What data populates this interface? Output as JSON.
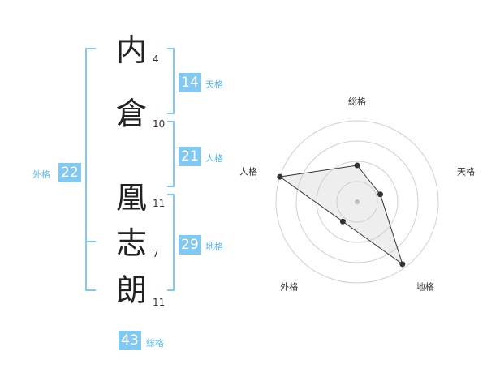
{
  "name": {
    "characters": [
      {
        "char": "内",
        "strokes": "4"
      },
      {
        "char": "倉",
        "strokes": "10"
      },
      {
        "char": "凰",
        "strokes": "11"
      },
      {
        "char": "志",
        "strokes": "7"
      },
      {
        "char": "朗",
        "strokes": "11"
      }
    ]
  },
  "fortune": {
    "tenkaku": {
      "value": "14",
      "label": "天格"
    },
    "jinkaku": {
      "value": "21",
      "label": "人格"
    },
    "chikaku": {
      "value": "29",
      "label": "地格"
    },
    "gaikaku": {
      "value": "22",
      "label": "外格"
    },
    "soukaku": {
      "value": "43",
      "label": "総格"
    }
  },
  "chart_data": {
    "type": "radar",
    "axes": [
      "総格",
      "天格",
      "地格",
      "外格",
      "人格"
    ],
    "values": [
      0.45,
      0.3,
      0.95,
      0.3,
      1.0
    ],
    "rings": 4
  },
  "colors": {
    "accent": "#82c8f0",
    "accent_text": "#5eb8ee",
    "bracket": "#82c8f0"
  }
}
